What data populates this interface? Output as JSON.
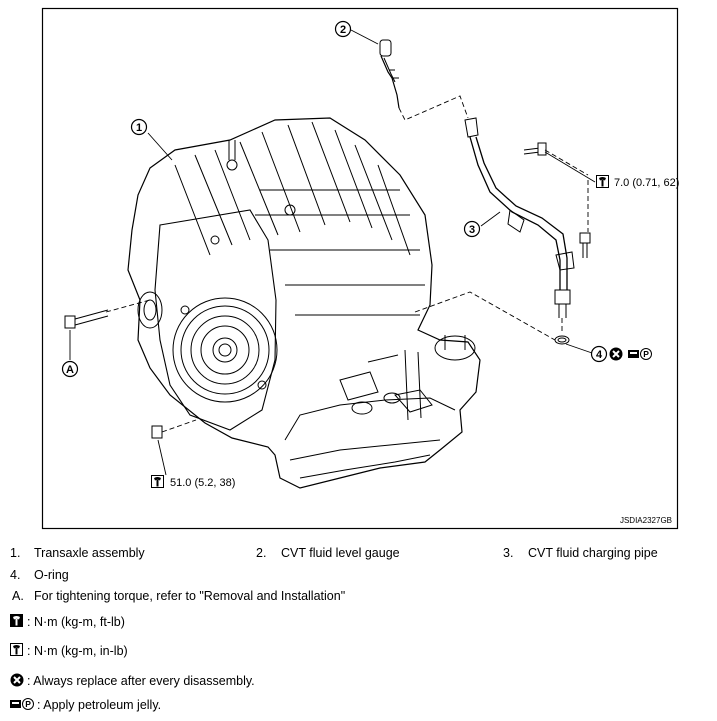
{
  "figure": {
    "code": "JSDIA2327GB",
    "callouts": [
      {
        "number": "1"
      },
      {
        "number": "2"
      },
      {
        "number": "3"
      },
      {
        "number": "4"
      },
      {
        "letter": "A"
      }
    ],
    "torques": {
      "charging_pipe_bolts": "7.0 (0.71, 62)",
      "transaxle_bolt": "51.0 (5.2, 38)"
    }
  },
  "legend": {
    "parts": [
      {
        "num": "1.",
        "text": "Transaxle assembly"
      },
      {
        "num": "2.",
        "text": "CVT fluid level gauge"
      },
      {
        "num": "3.",
        "text": "CVT fluid charging pipe"
      },
      {
        "num": "4.",
        "text": "O-ring"
      },
      {
        "num": "A.",
        "text": "For tightening torque, refer to \"Removal and Installation\""
      }
    ],
    "symbols": [
      {
        "icon": "torque-wrench-ftlb-icon",
        "text": ": N·m (kg-m, ft-lb)"
      },
      {
        "icon": "torque-wrench-inlb-icon",
        "text": ": N·m (kg-m, in-lb)"
      },
      {
        "icon": "always-replace-icon",
        "text": ": Always replace after every disassembly."
      },
      {
        "icon": "petroleum-jelly-icon",
        "text": ": Apply petroleum jelly."
      }
    ]
  }
}
